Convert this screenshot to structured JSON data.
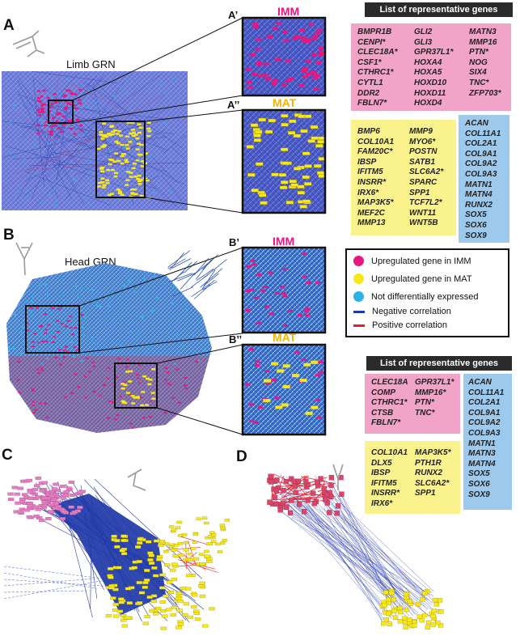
{
  "colors": {
    "imm": "#e8177f",
    "mat": "#f7e81a",
    "nde": "#2ab3e6",
    "neg": "#1f3aa8",
    "pos": "#e0222a"
  },
  "panels": {
    "a": {
      "label": "A",
      "title": "Limb GRN",
      "sub1": "A’",
      "tag1": "IMM",
      "sub2": "A’’",
      "tag2": "MAT"
    },
    "b": {
      "label": "B",
      "title": "Head GRN",
      "sub1": "B’",
      "tag1": "IMM",
      "sub2": "B’’",
      "tag2": "MAT"
    },
    "c": {
      "label": "C"
    },
    "d": {
      "label": "D"
    }
  },
  "genes_top": {
    "header": "List of representative genes",
    "pink_col1": [
      "BMPR1B",
      "CENPI*",
      "CLEC18A*",
      "CSF1*",
      "CTHRC1*",
      "CYTL1",
      "DDR2",
      "FBLN7*"
    ],
    "pink_col2": [
      "GLI2",
      "GLI3",
      "GPR37L1*",
      "HOXA4",
      "HOXA5",
      "HOXD10",
      "HOXD11",
      "HOXD4"
    ],
    "pink_col3": [
      "MATN3",
      "MMP16",
      "PTN*",
      "NOG",
      "SIX4",
      "TNC*",
      "ZFP703*"
    ],
    "yellow_col1": [
      "BMP6",
      "COL10A1",
      "FAM20C*",
      "IBSP",
      "IFITM5",
      "INSRR*",
      "IRX6*",
      "MAP3K5*",
      "MEF2C",
      "MMP13"
    ],
    "yellow_col2": [
      "MMP9",
      "MYO6*",
      "POSTN",
      "SATB1",
      "SLC6A2*",
      "SPARC",
      "SPP1",
      "TCF7L2*",
      "WNT11",
      "WNT5B"
    ],
    "blue": [
      "ACAN",
      "COL11A1",
      "COL2A1",
      "COL9A1",
      "COL9A2",
      "COL9A3",
      "MATN1",
      "MATN4",
      "RUNX2",
      "SOX5",
      "SOX6",
      "SOX9"
    ]
  },
  "legend": [
    {
      "kind": "dot",
      "color": "#e8177f",
      "text": "Upregulated gene in IMM"
    },
    {
      "kind": "dot",
      "color": "#f7e81a",
      "text": "Upregulated gene in MAT"
    },
    {
      "kind": "dot",
      "color": "#2ab3e6",
      "text": "Not differentially expressed"
    },
    {
      "kind": "line",
      "color": "#1f3aa8",
      "text": "Negative correlation"
    },
    {
      "kind": "line",
      "color": "#e0222a",
      "text": "Positive correlation"
    }
  ],
  "genes_bottom": {
    "header": "List of representative genes",
    "pink_col1": [
      "CLEC18A",
      "COMP",
      "CTHRC1*",
      "CTSB",
      "FBLN7*"
    ],
    "pink_col2": [
      "GPR37L1*",
      "MMP16*",
      "PTN*",
      "TNC*"
    ],
    "yellow_col1": [
      "COL10A1",
      "DLX5",
      "IBSP",
      "IFITM5",
      "INSRR*",
      "IRX6*"
    ],
    "yellow_col2": [
      "MAP3K5*",
      "PTH1R",
      "RUNX2",
      "SLC6A2*",
      "SPP1"
    ],
    "blue": [
      "ACAN",
      "COL11A1",
      "COL2A1",
      "COL9A1",
      "COL9A2",
      "COL9A3",
      "MATN1",
      "MATN3",
      "MATN4",
      "SOX5",
      "SOX6",
      "SOX9"
    ]
  }
}
